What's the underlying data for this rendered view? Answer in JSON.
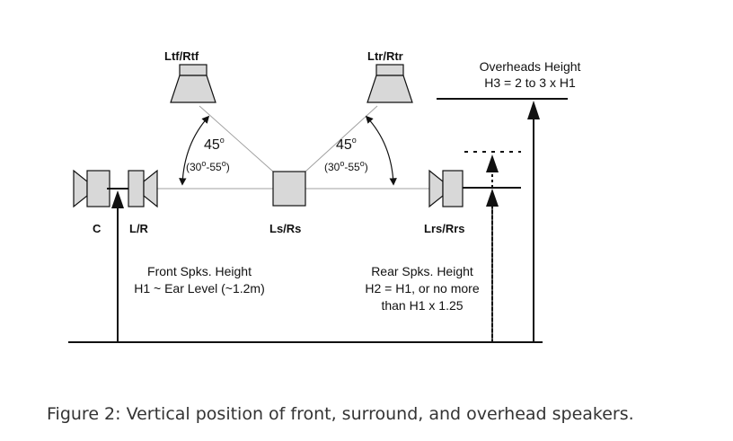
{
  "labels": {
    "ltf_rtf": "Ltf/Rtf",
    "ltr_rtr": "Ltr/Rtr",
    "c": "C",
    "l_r": "L/R",
    "ls_rs": "Ls/Rs",
    "lrs_rrs": "Lrs/Rrs"
  },
  "angles": {
    "left": {
      "value": "45",
      "degree": "o",
      "range_open": "(30",
      "range_mid": "-55",
      "range_close": ")"
    },
    "right": {
      "value": "45",
      "degree": "o",
      "range_open": "(30",
      "range_mid": "-55",
      "range_close": ")"
    }
  },
  "heights": {
    "overheads": {
      "line1": "Overheads Height",
      "line2": "H3 = 2 to 3 x H1"
    },
    "front": {
      "line1": "Front Spks. Height",
      "line2": "H1 ~ Ear Level (~1.2m)"
    },
    "rear": {
      "line1": "Rear Spks. Height",
      "line2": "H2 = H1, or no more",
      "line3": "than H1 x 1.25"
    }
  },
  "caption": "Figure 2: Vertical position of front, surround, and overhead speakers.",
  "colors": {
    "stroke": "#111111",
    "speaker_fill": "#d8d8d8",
    "guide_line": "#a0a0a0",
    "caption": "#333333"
  }
}
